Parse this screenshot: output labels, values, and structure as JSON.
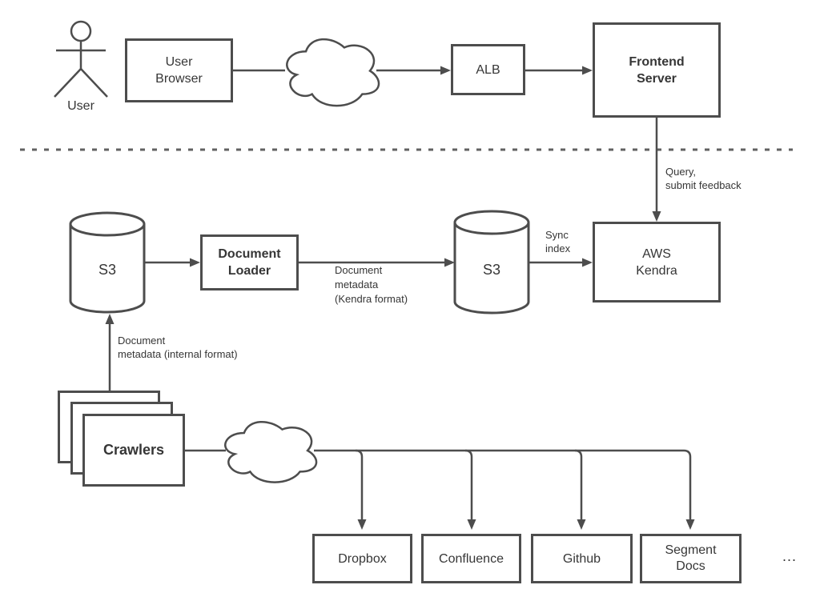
{
  "colors": {
    "stroke": "#4d4d4d",
    "text": "#363636",
    "divider": "#616161",
    "background": "#ffffff"
  },
  "nodes": {
    "user": {
      "label": "User"
    },
    "user_browser": {
      "label": "User\nBrowser"
    },
    "internet_cloud_top": {
      "label": ""
    },
    "alb": {
      "label": "ALB"
    },
    "frontend_server": {
      "label": "Frontend\nServer"
    },
    "s3_left": {
      "label": "S3"
    },
    "document_loader": {
      "label": "Document\nLoader"
    },
    "s3_right": {
      "label": "S3"
    },
    "aws_kendra": {
      "label": "AWS\nKendra"
    },
    "crawlers": {
      "label": "Crawlers"
    },
    "internet_cloud_bottom": {
      "label": ""
    },
    "dropbox": {
      "label": "Dropbox"
    },
    "confluence": {
      "label": "Confluence"
    },
    "github": {
      "label": "Github"
    },
    "segment_docs": {
      "label": "Segment\nDocs"
    },
    "more_sources": {
      "label": "..."
    }
  },
  "edge_labels": {
    "query_feedback": "Query,\nsubmit feedback",
    "doc_metadata_kendra": "Document\nmetadata\n(Kendra format)",
    "sync_index": "Sync\nindex",
    "doc_metadata_internal": "Document\nmetadata (internal format)"
  }
}
